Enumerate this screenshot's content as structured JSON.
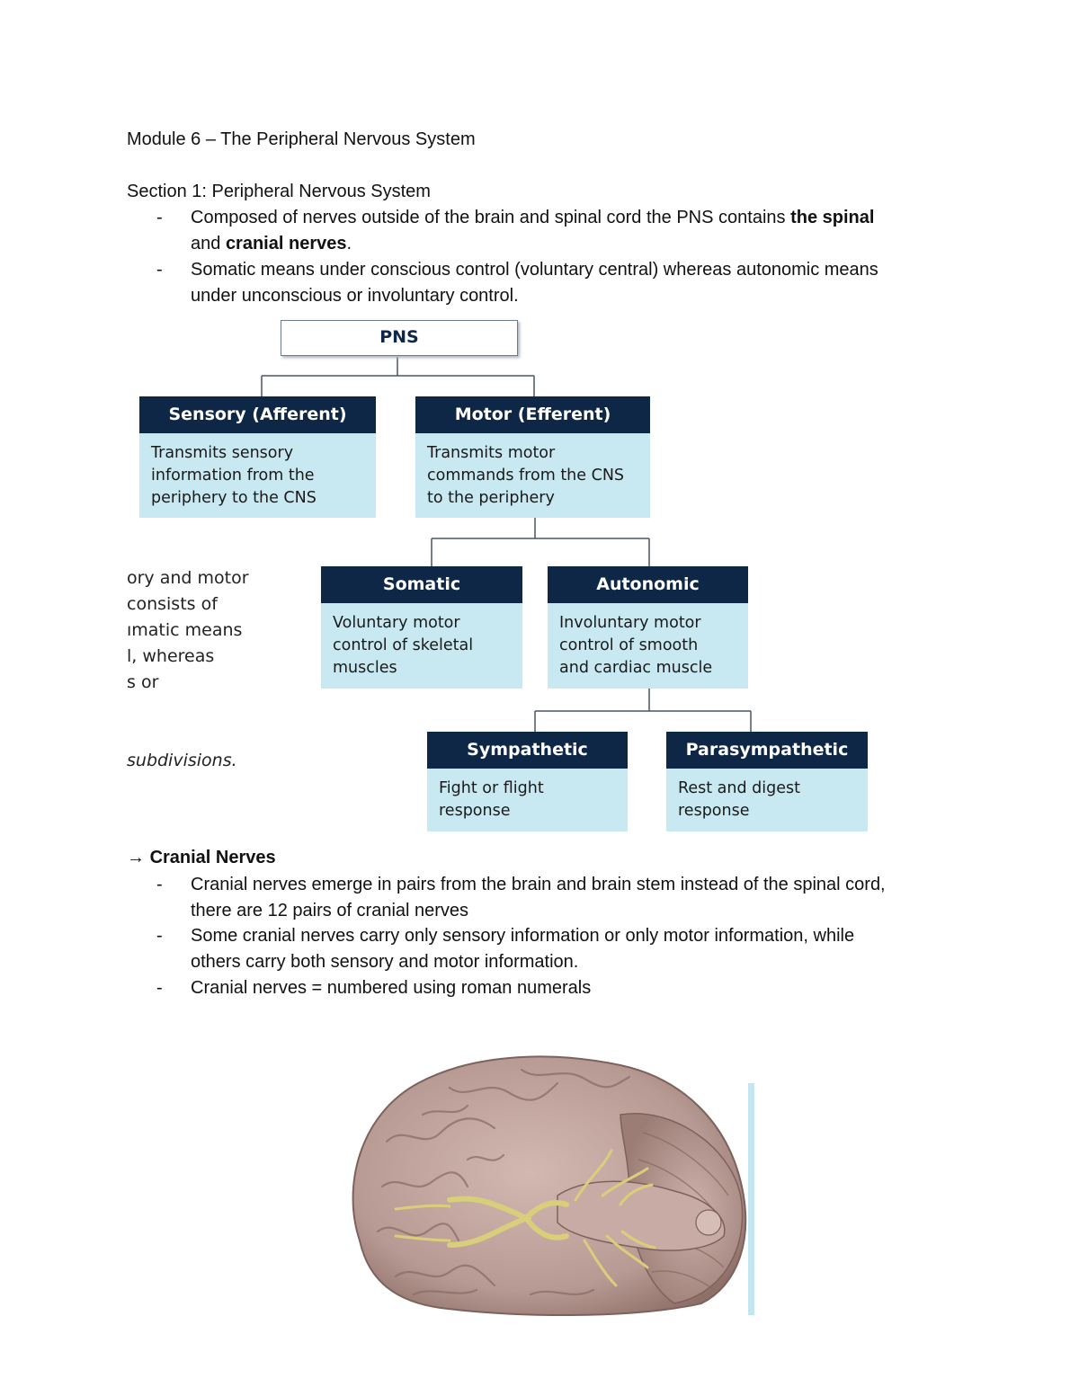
{
  "document": {
    "title": "Module 6 – The Peripheral Nervous System",
    "section1": {
      "heading": "Section 1: Peripheral Nervous System",
      "bullet_marker": "-",
      "bullets": [
        {
          "lines": [
            {
              "parts": [
                {
                  "text": "Composed of nerves outside of the brain and spinal cord the PNS contains ",
                  "bold": false
                },
                {
                  "text": "the spinal",
                  "bold": true
                }
              ]
            },
            {
              "parts": [
                {
                  "text": "and ",
                  "bold": false
                },
                {
                  "text": "cranial nerves",
                  "bold": true
                },
                {
                  "text": ".",
                  "bold": false
                }
              ]
            }
          ]
        },
        {
          "lines": [
            {
              "parts": [
                {
                  "text": "Somatic means under conscious control (voluntary central) whereas autonomic means",
                  "bold": false
                }
              ]
            },
            {
              "parts": [
                {
                  "text": "under unconscious or involuntary control.",
                  "bold": false
                }
              ]
            }
          ]
        }
      ]
    },
    "diagram": {
      "root": "PNS",
      "sensory": {
        "title": "Sensory (Afferent)",
        "body": [
          "Transmits sensory",
          "information from the",
          "periphery to the CNS"
        ]
      },
      "motor": {
        "title": "Motor (Efferent)",
        "body": [
          "Transmits motor",
          "commands from the CNS",
          "to the periphery"
        ]
      },
      "somatic": {
        "title": "Somatic",
        "body": [
          "Voluntary motor",
          "control of skeletal",
          "muscles"
        ]
      },
      "autonomic": {
        "title": "Autonomic",
        "body": [
          "Involuntary motor",
          "control of smooth",
          "and cardiac muscle"
        ]
      },
      "sympathetic": {
        "title": "Sympathetic",
        "body": [
          "Fight or flight",
          "response"
        ]
      },
      "parasympathetic": {
        "title": "Parasympathetic",
        "body": [
          "Rest and digest",
          "response"
        ]
      },
      "cropped_text": [
        "ory and motor",
        " consists of",
        "ımatic means",
        "l, whereas",
        "s or",
        "subdivisions."
      ]
    },
    "cranial": {
      "arrow": "→",
      "heading": "Cranial Nerves",
      "bullet_marker": "-",
      "bullets": [
        [
          "Cranial nerves emerge in pairs from the brain and brain stem instead of the spinal cord,",
          "there are 12 pairs of cranial nerves"
        ],
        [
          "Some cranial nerves carry only sensory information or only motor information, while",
          "others carry both sensory and motor information."
        ],
        [
          "Cranial nerves = numbered using roman numerals"
        ]
      ]
    },
    "colors": {
      "node_title_bg": "#0f2746",
      "node_body_bg": "#c8e9f1",
      "connector": "#4a5561",
      "brain_tissue": "#b89a94",
      "nerve_yellow": "#d9cf7a"
    }
  }
}
